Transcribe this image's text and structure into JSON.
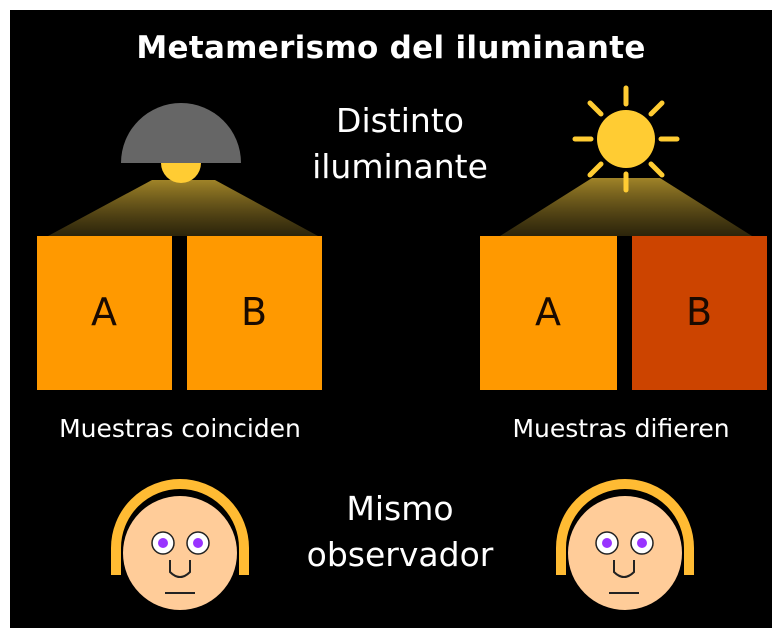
{
  "title": "Metamerismo del iluminante",
  "illuminant_label": {
    "line1": "Distinto",
    "line2": "iluminante"
  },
  "observer_label": {
    "line1": "Mismo",
    "line2": "observador"
  },
  "left_panel": {
    "caption": "Muestras coinciden",
    "light_source": "lamp-icon",
    "samples": [
      {
        "label": "A",
        "color": "#ff9900"
      },
      {
        "label": "B",
        "color": "#ff9900"
      }
    ]
  },
  "right_panel": {
    "caption": "Muestras difieren",
    "light_source": "sun-icon",
    "samples": [
      {
        "label": "A",
        "color": "#ff9900"
      },
      {
        "label": "B",
        "color": "#cc4400"
      }
    ]
  },
  "colors": {
    "background": "#000000",
    "lamp_shade": "#666666",
    "light_yellow": "#ffcc33",
    "sun_yellow": "#ffcc33",
    "face_skin": "#ffcc99",
    "hair": "#ffbb33",
    "eye_iris": "#9933ff"
  }
}
